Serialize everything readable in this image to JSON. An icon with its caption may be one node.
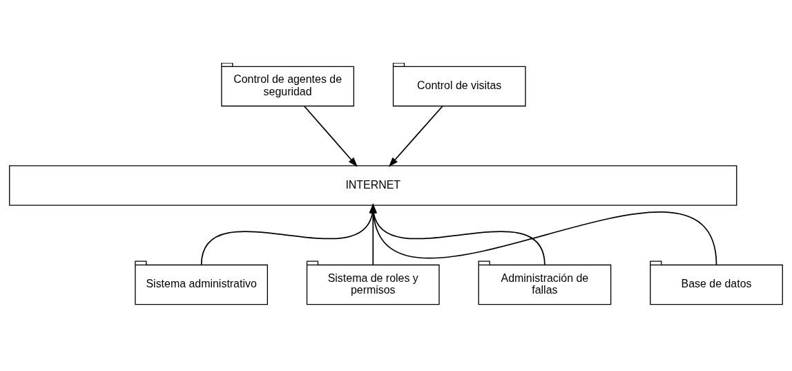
{
  "diagram": {
    "nodes": [
      {
        "text": [
          "Control de agentes de seguridad"
        ]
      },
      {
        "text": [
          "Control de visitas"
        ]
      },
      {
        "text": [
          "INTERNET"
        ]
      },
      {
        "text": [
          "Sistema administrativo"
        ]
      },
      {
        "text": [
          "Sistema de roles y permisos"
        ]
      },
      {
        "text": [
          "Administración de fallas"
        ]
      },
      {
        "text": [
          "Base de datos"
        ]
      }
    ],
    "edges": [
      {
        "from": 0,
        "to": 2,
        "arrow": "to"
      },
      {
        "from": 1,
        "to": 2,
        "arrow": "to"
      },
      {
        "from": 3,
        "to": 2,
        "arrow": "to"
      },
      {
        "from": 4,
        "to": 2,
        "arrow": "to"
      },
      {
        "from": 5,
        "to": 2,
        "arrow": "to"
      },
      {
        "from": 6,
        "to": 2,
        "arrow": "to"
      }
    ]
  }
}
